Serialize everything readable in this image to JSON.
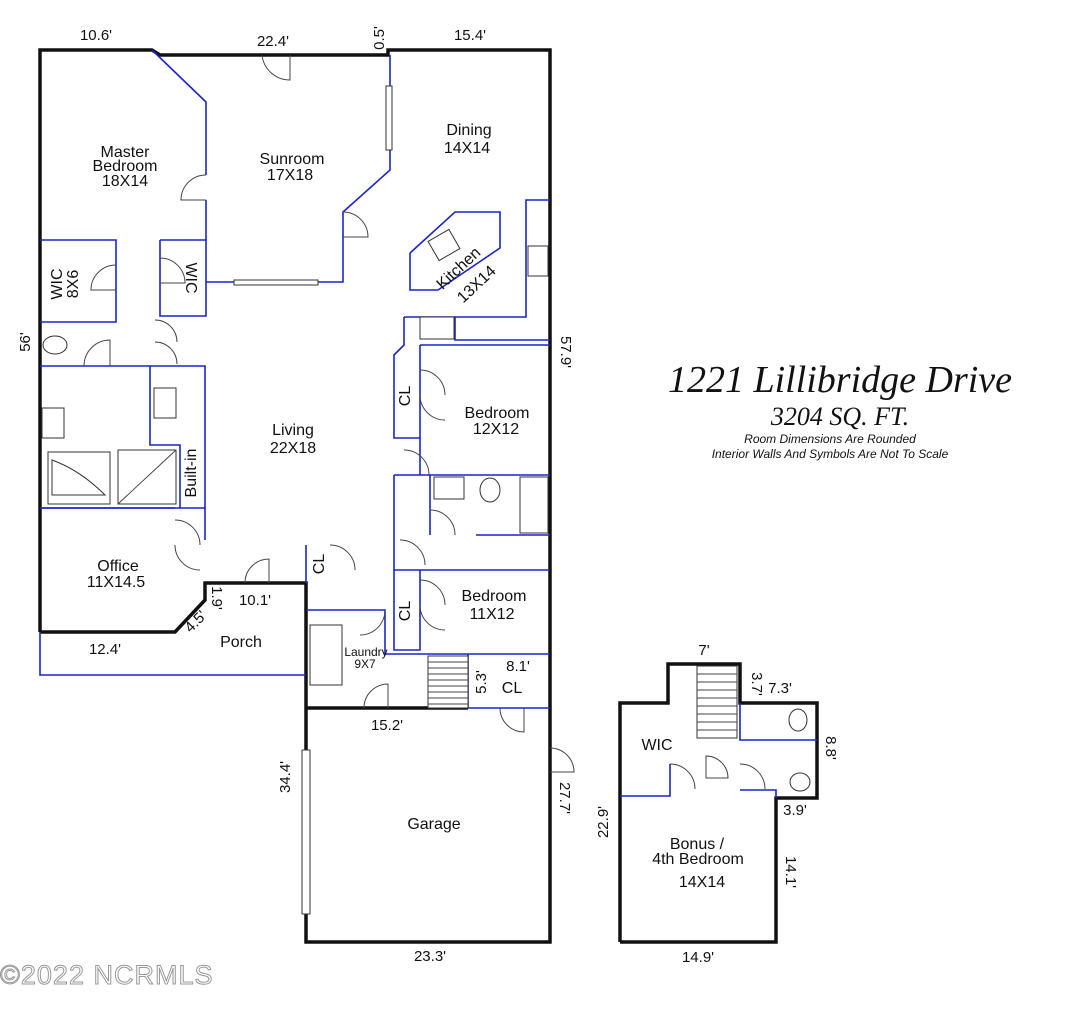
{
  "header": {
    "address": "1221 Lillibridge Drive",
    "sqft": "3204 SQ. FT.",
    "note1": "Room Dimensions Are Rounded",
    "note2": "Interior Walls And Symbols Are Not To Scale"
  },
  "rooms": {
    "master_name": "Master",
    "master_name2": "Bedroom",
    "master_size": "18X14",
    "sunroom_name": "Sunroom",
    "sunroom_size": "17X18",
    "dining_name": "Dining",
    "dining_size": "14X14",
    "kitchen_name": "Kitchen",
    "kitchen_size": "13X14",
    "wic_left_name": "WIC",
    "wic_left_size": "8X6",
    "wic_mid": "WIC",
    "living_name": "Living",
    "living_size": "22X18",
    "builtin": "Built-in",
    "bed1_name": "Bedroom",
    "bed1_size": "12X12",
    "bed2_name": "Bedroom",
    "bed2_size": "11X12",
    "cl1": "CL",
    "cl2": "CL",
    "cl3": "CL",
    "cl4": "CL",
    "office_name": "Office",
    "office_size": "11X14.5",
    "porch": "Porch",
    "laundry_name": "Laundry",
    "laundry_size": "9X7",
    "garage": "Garage",
    "wic_up": "WIC",
    "bonus_name": "Bonus /",
    "bonus_name2": "4th Bedroom",
    "bonus_size": "14X14"
  },
  "dimensions": {
    "d_top1": "10.6'",
    "d_top2": "22.4'",
    "d_top3": "0.5'",
    "d_top4": "15.4'",
    "d_left": "56'",
    "d_right": "57.9'",
    "d_porch1": "10.1'",
    "d_porch2": "1.9'",
    "d_porch3": "4.5'",
    "d_porch4": "12.4'",
    "d_cl1": "8.1'",
    "d_cl2": "5.3'",
    "d_laundry": "15.2'",
    "d_garage_l": "34.4'",
    "d_garage_r": "27.7'",
    "d_garage_b": "23.3'",
    "d_up_top": "7'",
    "d_up_a": "3.7'",
    "d_up_b": "7.3'",
    "d_up_c": "8.8'",
    "d_up_d": "3.9'",
    "d_up_left": "22.9'",
    "d_up_right": "14.1'",
    "d_up_bottom": "14.9'"
  },
  "watermark": "©2022 NCRMLS"
}
